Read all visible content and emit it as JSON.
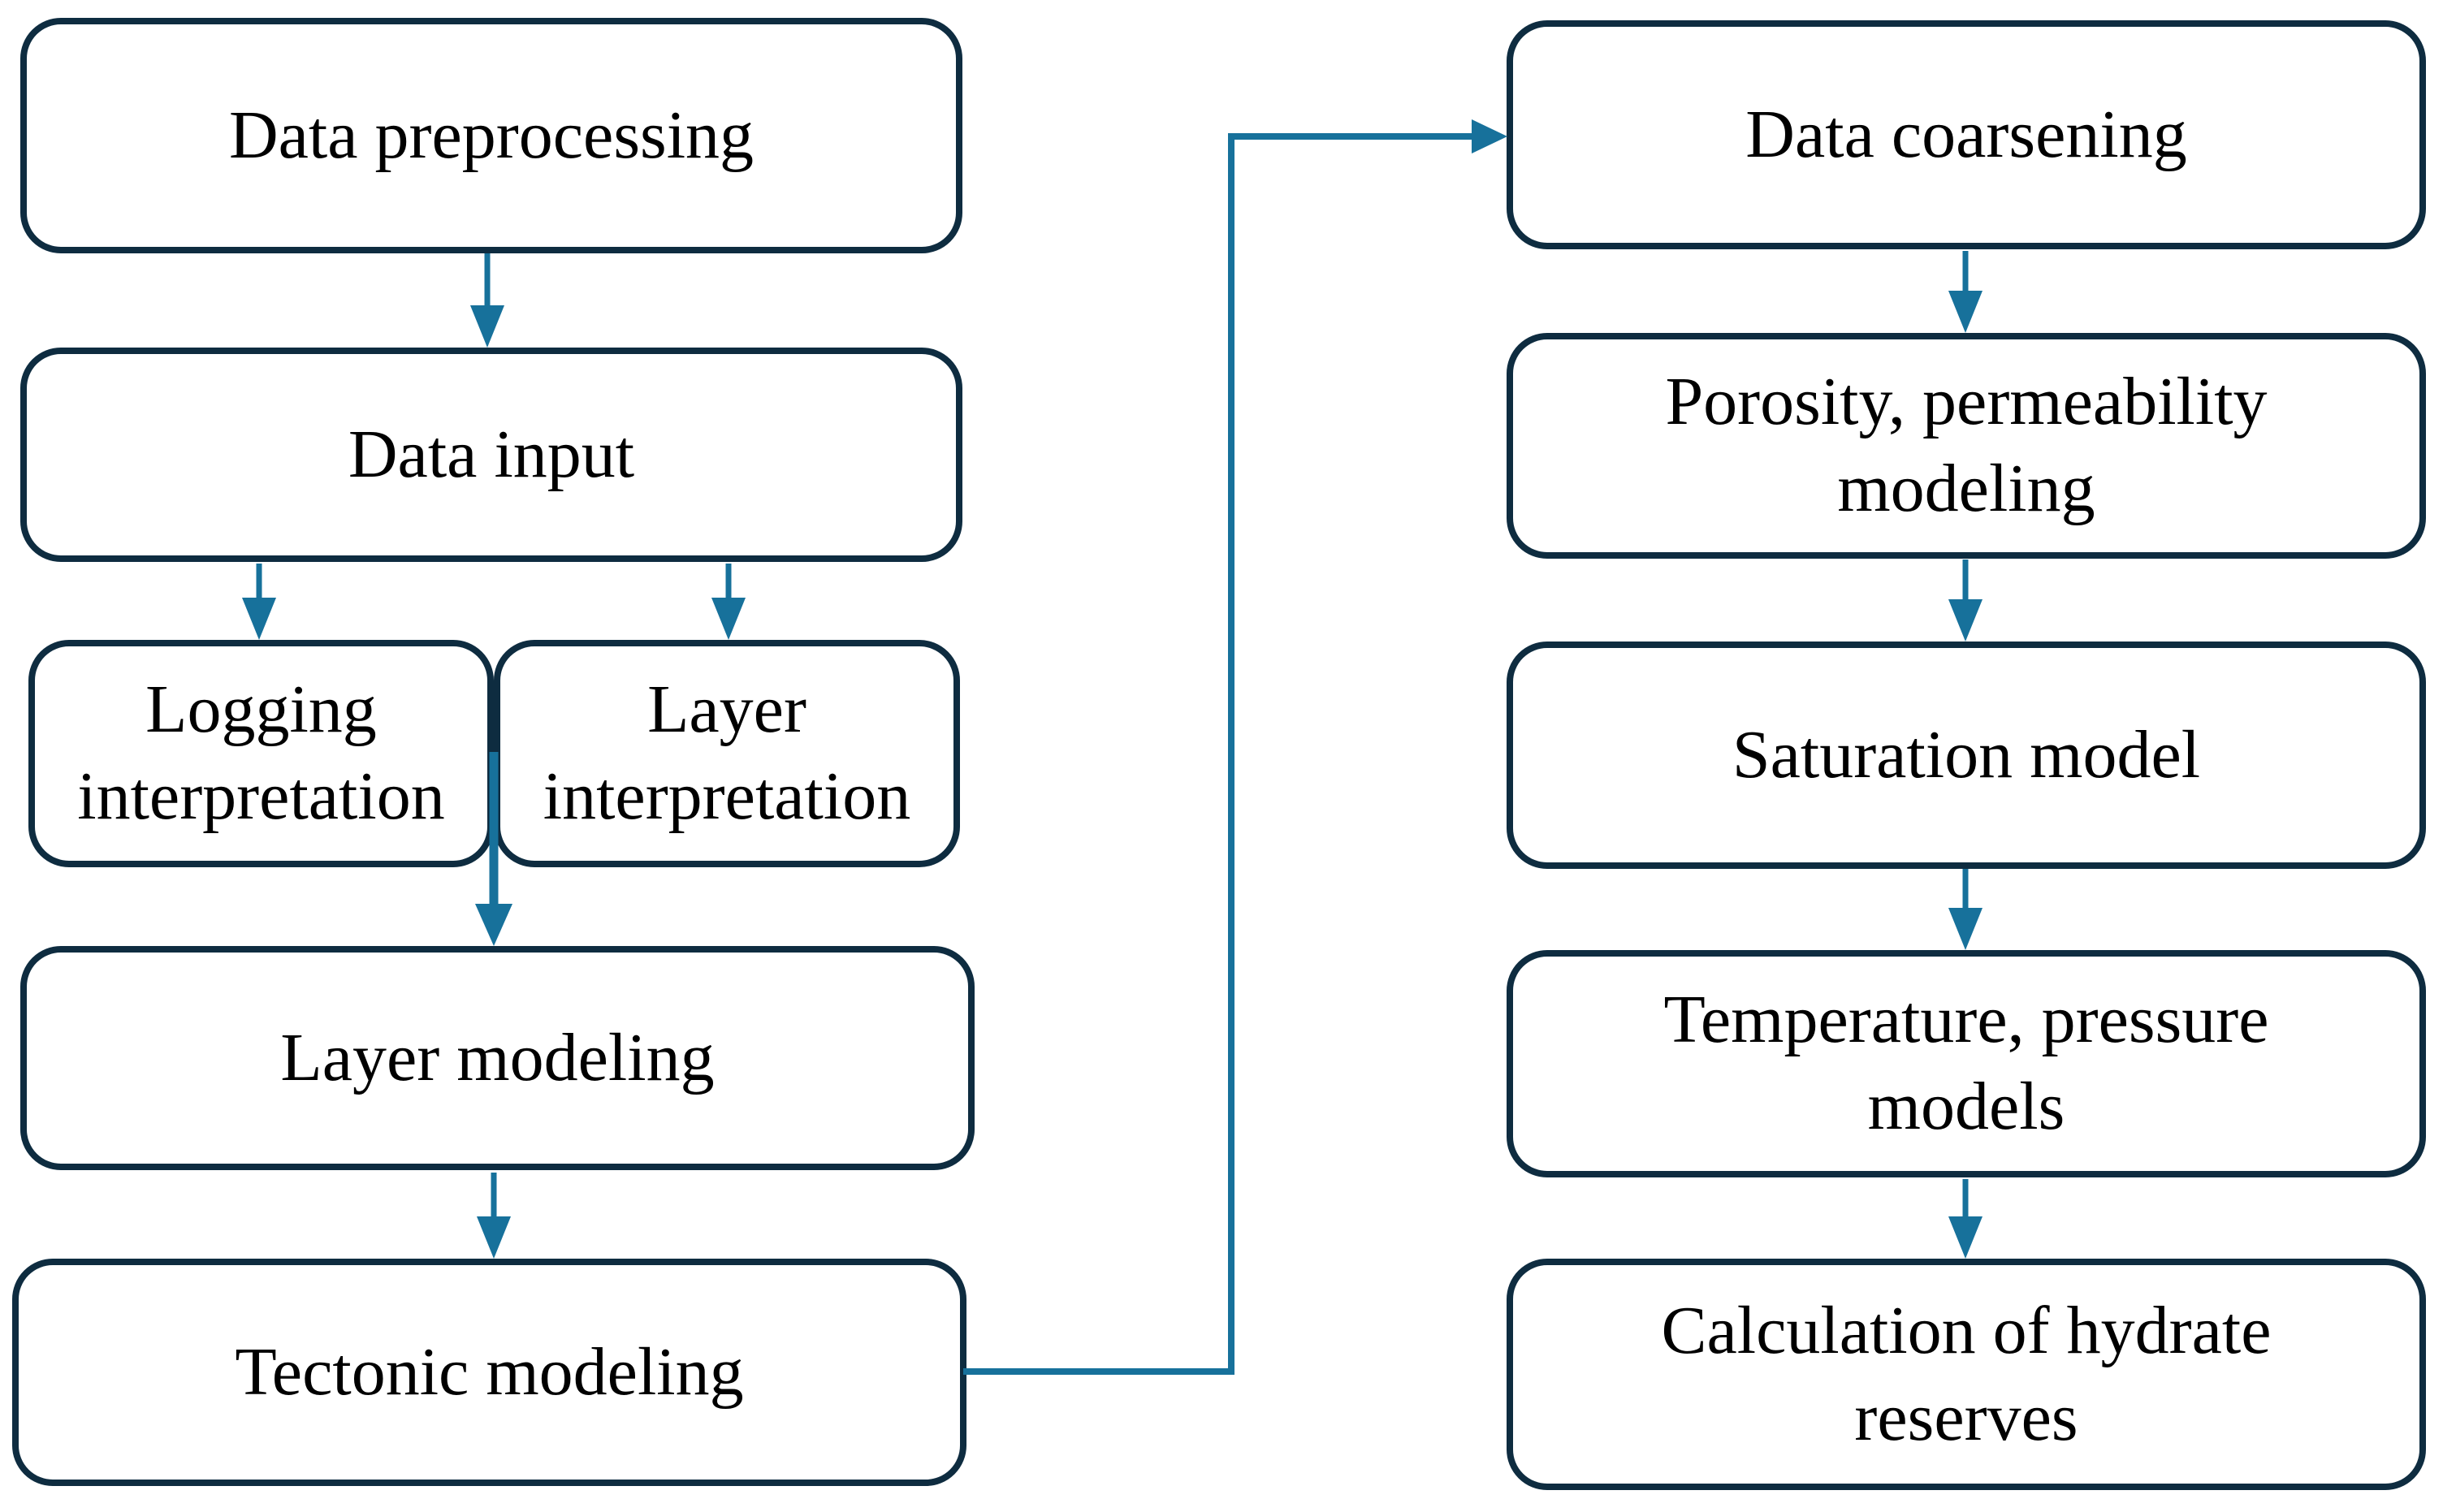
{
  "diagram": {
    "type": "flowchart",
    "colors": {
      "box_border": "#0e2c40",
      "box_fill": "#ffffff",
      "arrow": "#17719b",
      "text": "#000000",
      "background": "#ffffff"
    },
    "nodes": [
      {
        "id": "data-preprocessing",
        "label": "Data preprocessing"
      },
      {
        "id": "data-input",
        "label": "Data input"
      },
      {
        "id": "logging-interpretation",
        "label": "Logging\ninterpretation"
      },
      {
        "id": "layer-interpretation",
        "label": "Layer\ninterpretation"
      },
      {
        "id": "layer-modeling",
        "label": "Layer modeling"
      },
      {
        "id": "tectonic-modeling",
        "label": "Tectonic modeling"
      },
      {
        "id": "data-coarsening",
        "label": "Data coarsening"
      },
      {
        "id": "porosity-permeability-modeling",
        "label": "Porosity, permeability\nmodeling"
      },
      {
        "id": "saturation-model",
        "label": "Saturation model"
      },
      {
        "id": "temperature-pressure-models",
        "label": "Temperature, pressure\nmodels"
      },
      {
        "id": "calculation-of-hydrate-reserves",
        "label": "Calculation of hydrate\nreserves"
      }
    ],
    "edges": [
      {
        "from": "data-preprocessing",
        "to": "data-input"
      },
      {
        "from": "data-input",
        "to": "logging-interpretation"
      },
      {
        "from": "data-input",
        "to": "layer-interpretation"
      },
      {
        "from": "logging-interpretation|layer-interpretation",
        "to": "layer-modeling"
      },
      {
        "from": "layer-modeling",
        "to": "tectonic-modeling"
      },
      {
        "from": "tectonic-modeling",
        "to": "data-coarsening"
      },
      {
        "from": "data-coarsening",
        "to": "porosity-permeability-modeling"
      },
      {
        "from": "porosity-permeability-modeling",
        "to": "saturation-model"
      },
      {
        "from": "saturation-model",
        "to": "temperature-pressure-models"
      },
      {
        "from": "temperature-pressure-models",
        "to": "calculation-of-hydrate-reserves"
      }
    ]
  }
}
